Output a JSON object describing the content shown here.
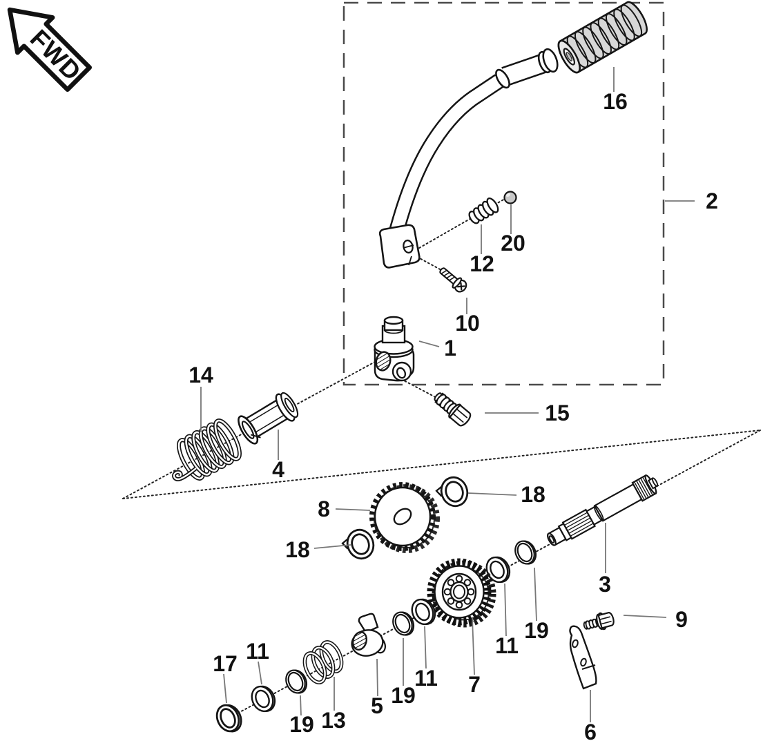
{
  "fwd_badge": {
    "label": "FWD"
  },
  "callouts": {
    "c1": "1",
    "c2": "2",
    "c3": "3",
    "c4": "4",
    "c5": "5",
    "c6": "6",
    "c7": "7",
    "c8": "8",
    "c9": "9",
    "c10": "10",
    "c12": "12",
    "c13": "13",
    "c14": "14",
    "c15": "15",
    "c16": "16",
    "c17": "17",
    "c20": "20",
    "c18a": "18",
    "c18b": "18",
    "c19a": "19",
    "c19b": "19",
    "c19c": "19",
    "c11a": "11",
    "c11b": "11",
    "c11c": "11"
  },
  "colors": {
    "line": "#151515",
    "grip_fill": "#d7d7d7",
    "ball_fill": "#c9c9c9",
    "leader": "#777777",
    "dashed_box": "#4a4a4a",
    "background": "#ffffff"
  }
}
